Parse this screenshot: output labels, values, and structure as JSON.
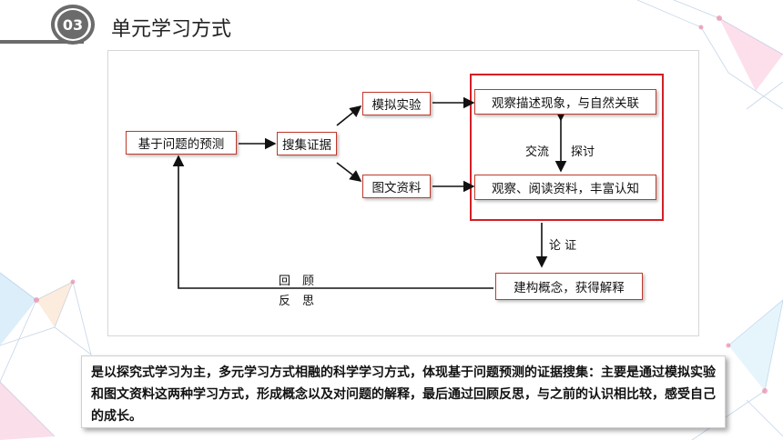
{
  "header": {
    "badge_number": "03",
    "title": "单元学习方式"
  },
  "diagram": {
    "nodes": {
      "prediction": "基于问题的预测",
      "evidence": "搜集证据",
      "simulation": "模拟实验",
      "graphics": "图文资料",
      "observe_describe": "观察描述现象，与自然关联",
      "observe_read": "观察、阅读资料，丰富认知",
      "concept": "建构概念，获得解释"
    },
    "edge_labels": {
      "exchange": "交流",
      "discuss": "探讨",
      "argue": "论 证",
      "review": "回　顾",
      "reflect": "反　思"
    }
  },
  "summary": {
    "text": "是以探究式学习为主，多元学习方式相融的科学学习方式，体现基于问题预测的证据搜集：主要是通过模拟实验和图文资料这两种学习方式，形成概念以及对问题的解释，最后通过回顾反思，与之前的认识相比较，感受自己的成长。"
  },
  "colors": {
    "accent_red": "#d21f26",
    "header_gray": "#6b6b6b"
  }
}
